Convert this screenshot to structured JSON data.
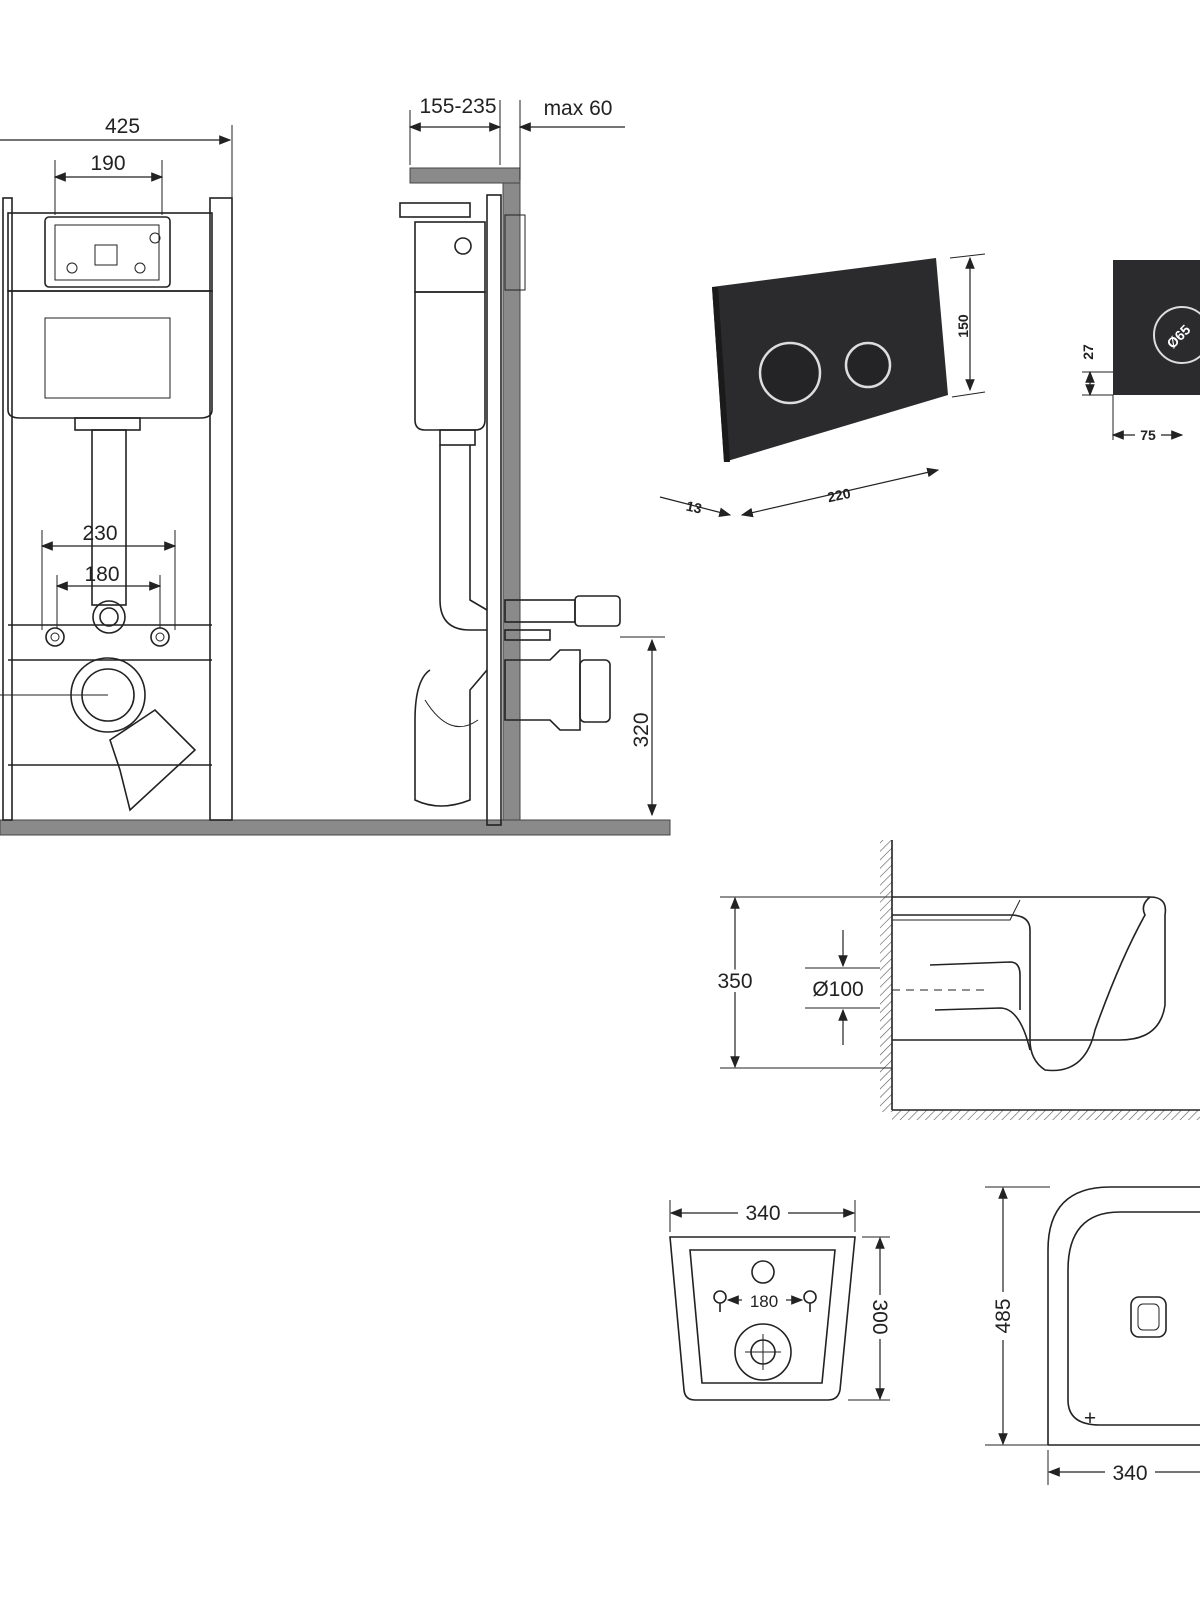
{
  "frame_front": {
    "width_total": "425",
    "flush_width": "190",
    "bolt_span_outer": "230",
    "bolt_span_inner": "180"
  },
  "frame_side": {
    "wall_depth": "155-235",
    "cover_max": "max 60",
    "outlet_height": "320"
  },
  "flush_plate_round": {
    "height": "150",
    "width": "220",
    "depth": "13"
  },
  "flush_plate_square": {
    "offset_bottom": "27",
    "offset_side": "75",
    "button_diameter": "Ø65"
  },
  "bowl_side": {
    "height": "350",
    "outlet_diameter": "Ø100"
  },
  "bowl_rear": {
    "width": "340",
    "bolt_span": "180",
    "depth": "300"
  },
  "bowl_top": {
    "length": "485",
    "width": "340"
  },
  "colors": {
    "line": "#222222",
    "plate": "#2b2b2d",
    "floor": "#8a8a8a"
  }
}
